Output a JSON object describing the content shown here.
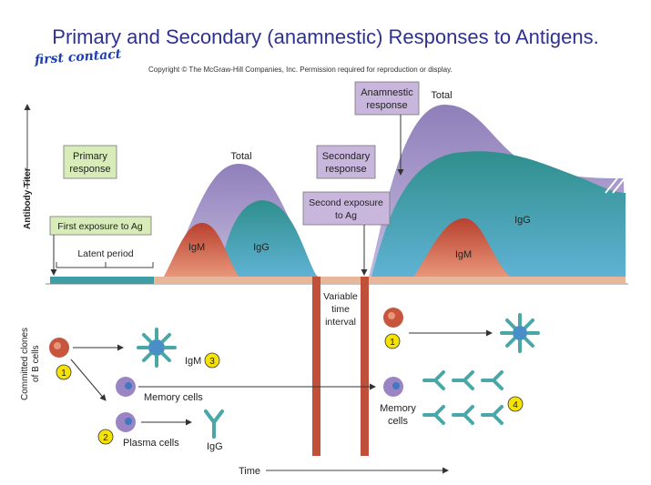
{
  "title": "Primary and Secondary (anamnestic) Responses to Antigens.",
  "handwritten_note": "first contact",
  "copyright": "Copyright © The McGraw-Hill Companies, Inc. Permission required for reproduction or display.",
  "axes": {
    "y_top": "Antibody Titer",
    "y_bottom_line1": "Committed clones",
    "y_bottom_line2": "of B cells",
    "x": "Time"
  },
  "boxes": {
    "primary_line1": "Primary",
    "primary_line2": "response",
    "first_exposure": "First exposure to Ag",
    "secondary_line1": "Secondary",
    "secondary_line2": "response",
    "second_exposure_line1": "Second exposure",
    "second_exposure_line2": "to Ag",
    "anamnestic_line1": "Anamnestic",
    "anamnestic_line2": "response"
  },
  "labels": {
    "latent_period": "Latent period",
    "total_1": "Total",
    "igm_1": "IgM",
    "igg_1": "IgG",
    "total_2": "Total",
    "igg_2": "IgG",
    "igm_2": "IgM",
    "variable_line1": "Variable",
    "variable_line2": "time",
    "variable_line3": "interval",
    "igm_cells": "IgM",
    "memory_cells_left": "Memory cells",
    "plasma_cells": "Plasma cells",
    "igg_cells": "IgG",
    "memory_cells_right_line1": "Memory",
    "memory_cells_right_line2": "cells"
  },
  "steps": {
    "s1_left": "1",
    "s2": "2",
    "s3": "3",
    "s1_right": "1",
    "s4": "4"
  },
  "colors": {
    "title": "#2e3192",
    "total_curve": "#a596c8",
    "igg_curve": "#3e9ea4",
    "igm_curve": "#c8553d",
    "baseline": "#e8b79a",
    "box_green": "#d7ecb8",
    "box_purple": "#c8b6dc",
    "time_bar": "#c0503a",
    "step_badge": "#f5e200",
    "memory_text": "#2a7a2a",
    "plasma_text": "#c0001a"
  }
}
